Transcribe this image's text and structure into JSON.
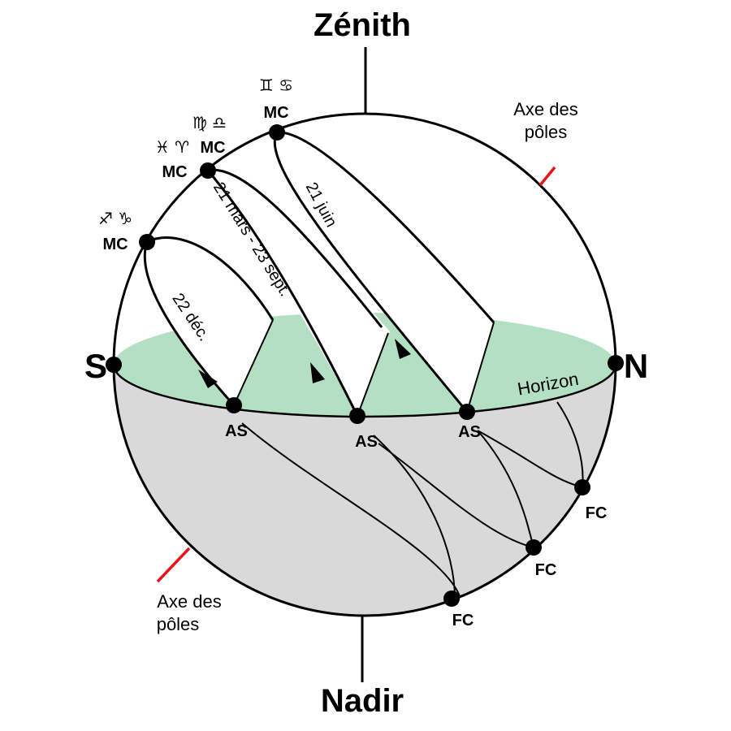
{
  "titles": {
    "zenith": "Zénith",
    "nadir": "Nadir"
  },
  "cardinals": {
    "south": "S",
    "north": "N"
  },
  "horizon_label": "Horizon",
  "axis_label": {
    "line1": "Axe des",
    "line2": "pôles"
  },
  "points": {
    "mc": "MC",
    "as": "AS",
    "fc": "FC"
  },
  "paths": {
    "june": "21 juin",
    "equinox": "21 mars - 23 sept.",
    "december": "22 déc."
  },
  "signs": {
    "gemini_cancer": "♊ ♋",
    "virgo_libra": "♍ ♎",
    "pisces_aries": "♓ ♈",
    "sagittarius_capricorn": "♐ ♑"
  },
  "colors": {
    "horizon_fill": "#b3e0c2",
    "below_horizon_fill": "#d9d9d9",
    "pole_axis": "#e8141c",
    "outline": "#000000"
  }
}
